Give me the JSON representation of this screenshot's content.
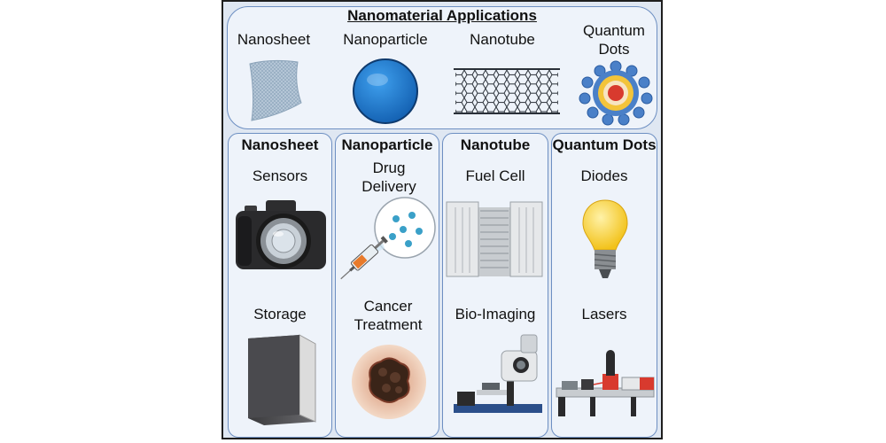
{
  "title": "Nanomaterial Applications",
  "overview": [
    {
      "label": "Nanosheet"
    },
    {
      "label": "Nanoparticle"
    },
    {
      "label": "Nanotube"
    },
    {
      "label": "Quantum Dots"
    }
  ],
  "columns": [
    {
      "header": "Nanosheet",
      "apps": [
        "Sensors",
        "Storage"
      ]
    },
    {
      "header": "Nanoparticle",
      "apps": [
        "Drug Delivery",
        "Cancer Treatment"
      ]
    },
    {
      "header": "Nanotube",
      "apps": [
        "Fuel Cell",
        "Bio-Imaging"
      ]
    },
    {
      "header": "Quantum Dots",
      "apps": [
        "Diodes",
        "Lasers"
      ]
    }
  ],
  "colors": {
    "frame_border": "#1e1e1e",
    "panel_border": "#6d8fc2",
    "panel_fill": "#eef3fa",
    "background": "#dfe7f2",
    "nanoparticle_blue": "#1e73c8",
    "quantum_red": "#d83a2e",
    "quantum_yellow": "#f3c43a",
    "quantum_blue": "#4a80c8",
    "bulb_yellow": "#f6d23a"
  },
  "icons": [
    "nanosheet-icon",
    "nanoparticle-icon",
    "nanotube-icon",
    "quantum-dot-icon",
    "camera-icon",
    "hard-drive-icon",
    "syringe-icon",
    "drug-vesicle-icon",
    "tumor-icon",
    "fuel-cell-icon",
    "microscope-icon",
    "light-bulb-icon",
    "laser-setup-icon"
  ]
}
